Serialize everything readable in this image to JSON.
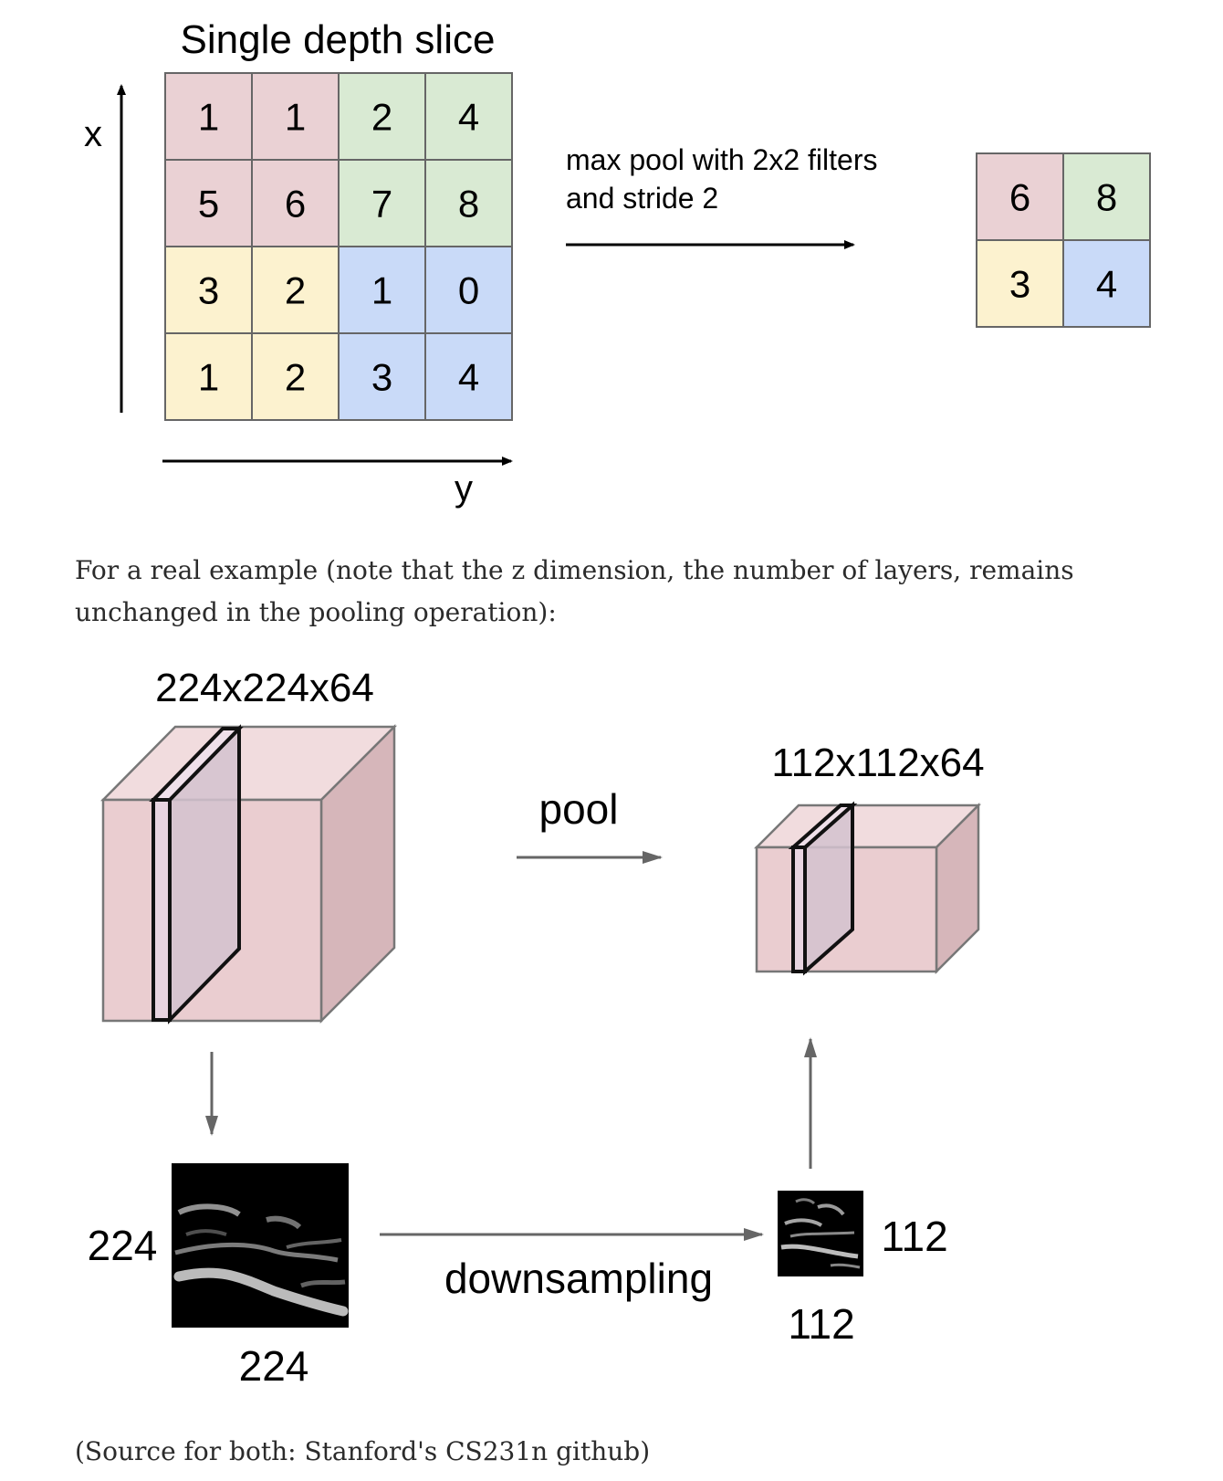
{
  "fig1": {
    "title": "Single depth slice",
    "x_label": "x",
    "y_label": "y",
    "input_grid": [
      [
        "1",
        "1",
        "2",
        "4"
      ],
      [
        "5",
        "6",
        "7",
        "8"
      ],
      [
        "3",
        "2",
        "1",
        "0"
      ],
      [
        "1",
        "2",
        "3",
        "4"
      ]
    ],
    "operation_line1": "max pool with 2x2 filters",
    "operation_line2": "and stride 2",
    "output_grid": [
      [
        "6",
        "8"
      ],
      [
        "3",
        "4"
      ]
    ],
    "colors": {
      "pink": "#ead1d4",
      "green": "#d9ead3",
      "yellow": "#fcf2cf",
      "blue": "#c9daf8",
      "grid_line": "#666666"
    }
  },
  "paragraph": "For a real example (note that the z dimension, the number of layers, remains unchanged in the pooling operation):",
  "fig2": {
    "input_volume_label": "224x224x64",
    "output_volume_label": "112x112x64",
    "pool_label": "pool",
    "downsampling_label": "downsampling",
    "input_slice_height": "224",
    "input_slice_width": "224",
    "output_slice_height": "112",
    "output_slice_width": "112",
    "colors": {
      "cube_front": "#eacdd0",
      "cube_top": "#f1dcde",
      "cube_side": "#d6b6ba",
      "cube_edge": "#777777",
      "slice_fill": "#d3c2cf",
      "arrow": "#666666"
    }
  },
  "source": "(Source for both: Stanford's CS231n github)"
}
